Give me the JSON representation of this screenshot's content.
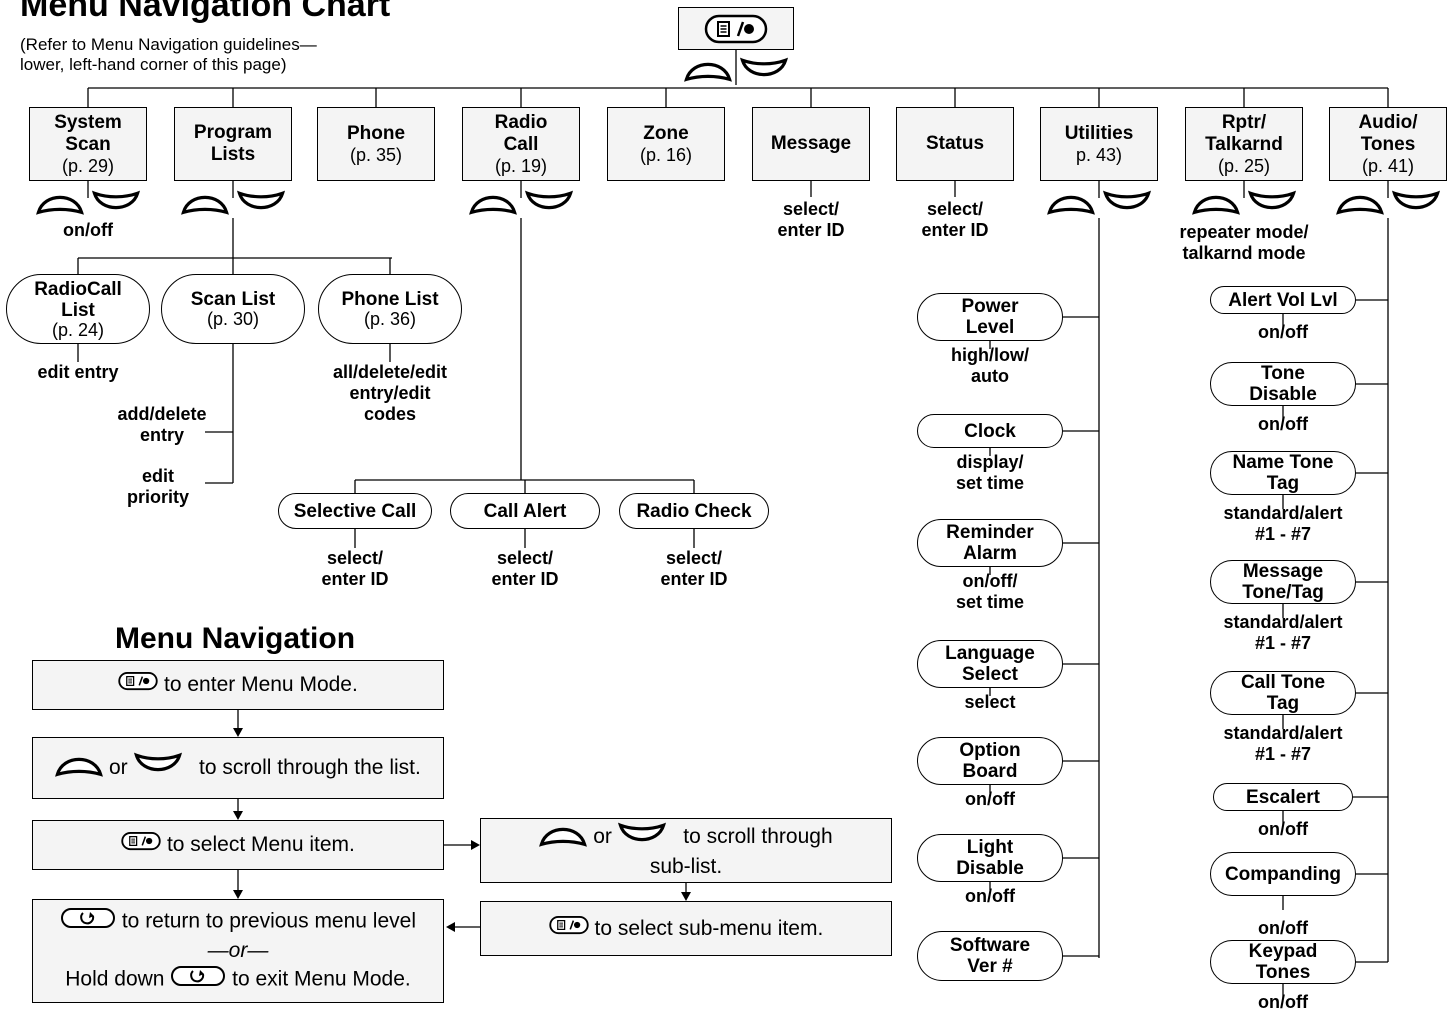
{
  "title": "Menu Navigation Chart",
  "subtitle": "(Refer to Menu Navigation guidelines—\nlower, left-hand corner of this page)",
  "menus": [
    {
      "name": "System\nScan",
      "page": "(p. 29)",
      "action": "on/off"
    },
    {
      "name": "Program\nLists",
      "page": "",
      "action": ""
    },
    {
      "name": "Phone",
      "page": "(p. 35)",
      "action": ""
    },
    {
      "name": "Radio\nCall",
      "page": "(p. 19)",
      "action": ""
    },
    {
      "name": "Zone",
      "page": "(p. 16)",
      "action": ""
    },
    {
      "name": "Message",
      "page": "",
      "action": "select/\nenter ID"
    },
    {
      "name": "Status",
      "page": "",
      "action": "select/\nenter ID"
    },
    {
      "name": "Utilities",
      "page": "p. 43)",
      "action": ""
    },
    {
      "name": "Rptr/\nTalkarnd",
      "page": "(p. 25)",
      "action": "repeater mode/\ntalkarnd mode"
    },
    {
      "name": "Audio/\nTones",
      "page": "(p. 41)",
      "action": ""
    }
  ],
  "program_lists": [
    {
      "name": "RadioCall\nList",
      "page": "(p. 24)",
      "action": "edit entry"
    },
    {
      "name": "Scan List",
      "page": "(p. 30)",
      "action": "add/delete\nentry"
    },
    {
      "name": "Phone List",
      "page": "(p. 36)",
      "action": "all/delete/edit\nentry/edit\ncodes"
    }
  ],
  "scan_priority": "edit\npriority",
  "radio_call_items": [
    {
      "name": "Selective Call",
      "action": "select/\nenter ID"
    },
    {
      "name": "Call Alert",
      "action": "select/\nenter ID"
    },
    {
      "name": "Radio Check",
      "action": "select/\nenter ID"
    }
  ],
  "utilities_items": [
    {
      "name": "Power\nLevel",
      "action": "high/low/\nauto"
    },
    {
      "name": "Clock",
      "action": "display/\nset time"
    },
    {
      "name": "Reminder\nAlarm",
      "action": "on/off/\nset time"
    },
    {
      "name": "Language\nSelect",
      "action": "select"
    },
    {
      "name": "Option\nBoard",
      "action": "on/off"
    },
    {
      "name": "Light\nDisable",
      "action": "on/off"
    },
    {
      "name": "Software\nVer #",
      "action": ""
    }
  ],
  "audio_items": [
    {
      "name": "Alert Vol Lvl",
      "action": "on/off"
    },
    {
      "name": "Tone\nDisable",
      "action": "on/off"
    },
    {
      "name": "Name Tone\nTag",
      "action": "standard/alert\n#1 - #7"
    },
    {
      "name": "Message\nTone/Tag",
      "action": "standard/alert\n#1 - #7"
    },
    {
      "name": "Call Tone\nTag",
      "action": "standard/alert\n#1 - #7"
    },
    {
      "name": "Escalert",
      "action": "on/off"
    },
    {
      "name": "Companding",
      "action": "on/off"
    },
    {
      "name": "Keypad\nTones",
      "action": "on/off"
    }
  ],
  "navigation": {
    "title": "Menu Navigation",
    "step1": "to enter Menu Mode.",
    "step2_or": "or",
    "step2": "to scroll through the list.",
    "step3": "to select Menu item.",
    "step4_or": "or",
    "step4": "to scroll through\nsub-list.",
    "step5": "to select sub-menu item.",
    "step6a": "to return to previous menu level",
    "step6_or": "—or—",
    "step6b_pre": "Hold down",
    "step6b": "to exit Menu Mode."
  },
  "icons": [
    "menu-key-icon",
    "scroll-up-icon",
    "scroll-down-icon",
    "exit-key-icon"
  ]
}
